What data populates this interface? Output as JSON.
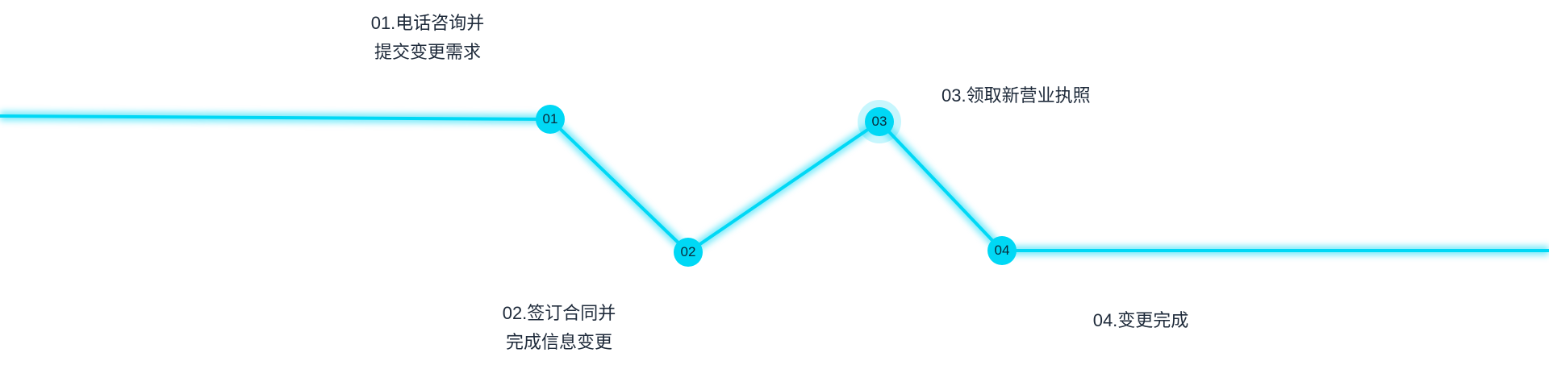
{
  "colors": {
    "line": "#00d8f5",
    "text": "#1e2a3a"
  },
  "steps": [
    {
      "num": "01",
      "line1": "01.电话咨询并",
      "line2": "提交变更需求"
    },
    {
      "num": "02",
      "line1": "02.签订合同并",
      "line2": "完成信息变更"
    },
    {
      "num": "03",
      "line1": "03.领取新营业执照"
    },
    {
      "num": "04",
      "line1": "04.变更完成"
    }
  ]
}
